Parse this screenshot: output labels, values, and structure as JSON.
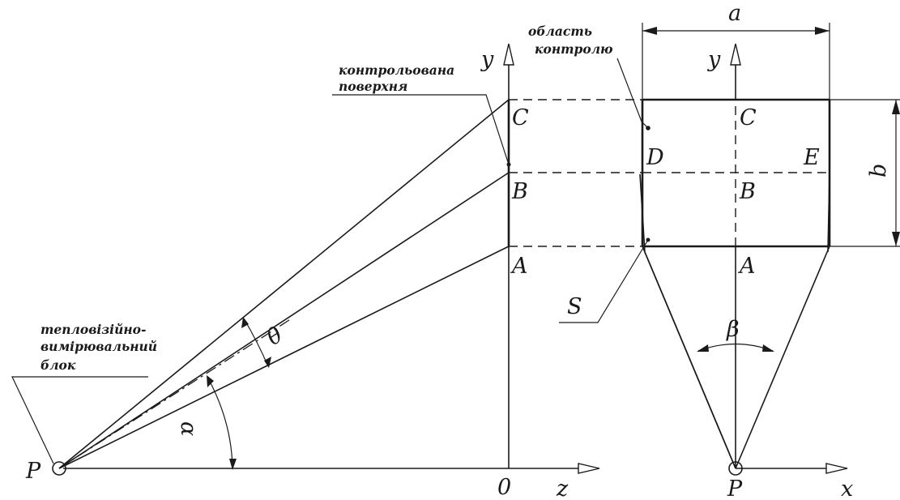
{
  "labels": {
    "P_left": "P",
    "origin": "0",
    "z_axis": "z",
    "y_axis_left": "y",
    "C_left": "C",
    "B_left": "B",
    "A_left": "A",
    "theta": "θ",
    "alpha": "α",
    "S": "S",
    "a": "a",
    "b": "b",
    "y_axis_right": "y",
    "C_right": "C",
    "D": "D",
    "E": "E",
    "B_right": "B",
    "A_right": "A",
    "beta": "β",
    "P_right": "P",
    "x_axis": "x"
  },
  "annotations": {
    "controlled_surface_line1": "контрольована",
    "controlled_surface_line2": "поверхня",
    "control_area_line1": "область",
    "control_area_line2": "контролю",
    "unit_line1": "тепловізійно-",
    "unit_line2": "вимірювальний",
    "unit_line3": "блок"
  }
}
